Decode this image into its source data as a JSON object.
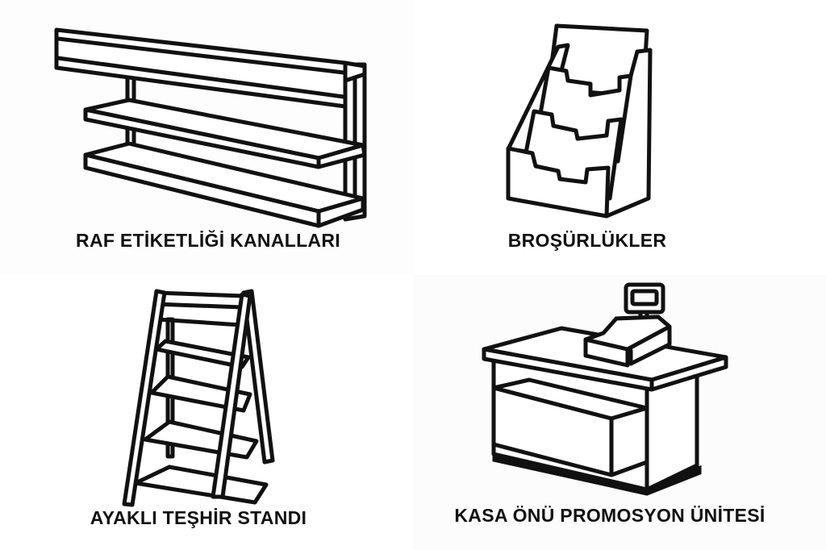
{
  "panels": [
    {
      "id": "shelf-label-channels",
      "label": "RAF ETİKETLİĞİ KANALLARI",
      "icon": "wall-shelf-with-label-channel-icon"
    },
    {
      "id": "brochure-holders",
      "label": "BROŞÜRLÜKLER",
      "icon": "tiered-brochure-holder-icon"
    },
    {
      "id": "standing-display",
      "label": "AYAKLI TEŞHİR STANDI",
      "icon": "a-frame-display-stand-icon"
    },
    {
      "id": "checkout-promo-unit",
      "label": "KASA ÖNÜ PROMOSYON ÜNİTESİ",
      "icon": "checkout-counter-with-register-icon"
    }
  ],
  "colors": {
    "background": "#ffffff",
    "line": "#111111",
    "text": "#111111"
  }
}
